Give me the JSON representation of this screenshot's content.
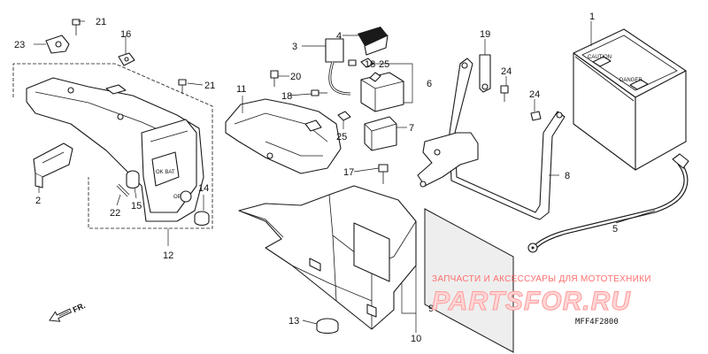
{
  "callouts": [
    "1",
    "2",
    "3",
    "4",
    "5",
    "6",
    "7",
    "8",
    "9",
    "10",
    "11",
    "12",
    "13",
    "14",
    "15",
    "16",
    "17",
    "18",
    "18",
    "19",
    "20",
    "21",
    "21",
    "22",
    "23",
    "24",
    "24",
    "25",
    "25"
  ],
  "battery_text": [
    "CAUTION",
    "DANGER"
  ],
  "cover_text": [
    "OK BAT",
    "OPEN"
  ],
  "watermark": {
    "top": "ЗАПЧАСТИ И АКСЕССУАРЫ ДЛЯ МОТОТЕХНИКИ",
    "brand": "PARTSFOR.RU"
  },
  "diagram_code": "MFF4F2800",
  "front_arrow": "FR.",
  "colors": {
    "line": "#1a1a1a",
    "watermark_red": "#ff6f6f",
    "watermark_fill": "#ffd6d6"
  }
}
